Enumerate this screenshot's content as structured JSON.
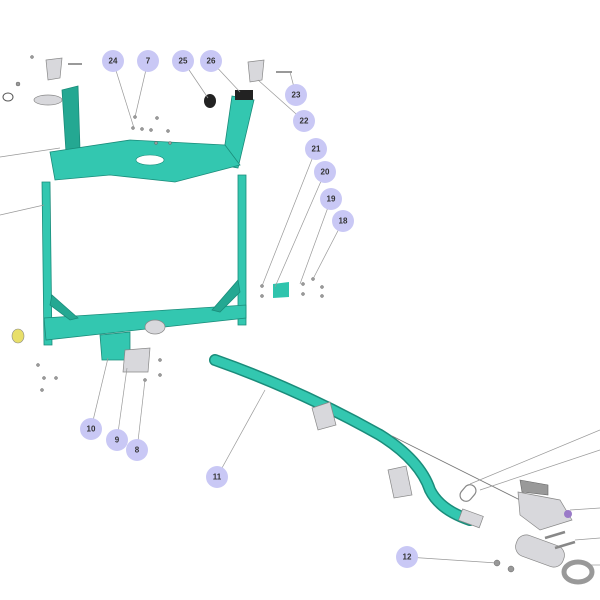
{
  "diagram": {
    "callouts": [
      "24",
      "7",
      "25",
      "26",
      "23",
      "22",
      "21",
      "20",
      "19",
      "18",
      "10",
      "9",
      "8",
      "11",
      "12"
    ],
    "colors": {
      "frame": "#33c7b0",
      "callout": "#c9c8f5",
      "label": "#333333"
    }
  }
}
